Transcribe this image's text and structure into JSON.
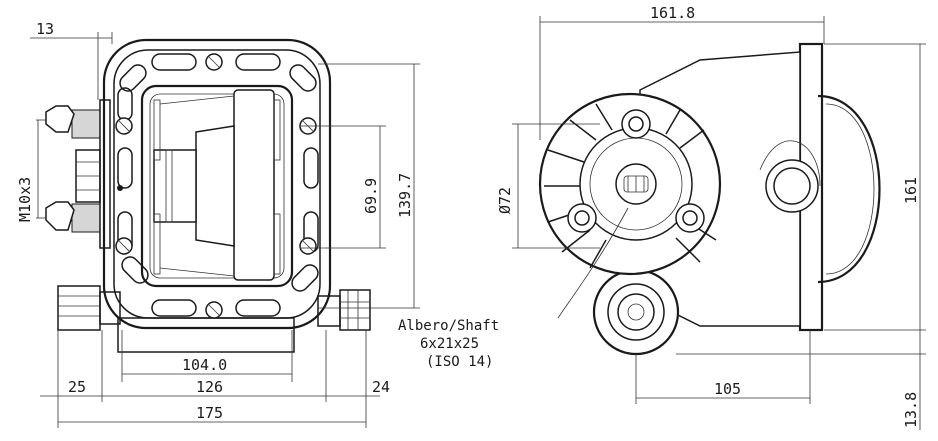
{
  "dimensions": {
    "d13": "13",
    "thread": "M10x3",
    "d69_9": "69.9",
    "d139_7": "139.7",
    "d104": "104.0",
    "d25": "25",
    "d126": "126",
    "d24": "24",
    "d175": "175",
    "d161_8": "161.8",
    "d72": "Ø72",
    "d161": "161",
    "d105": "105",
    "d13_8": "13.8"
  },
  "shaft_note": {
    "line1": "Albero/Shaft",
    "line2": "6x21x25",
    "line3": "(ISO 14)"
  }
}
